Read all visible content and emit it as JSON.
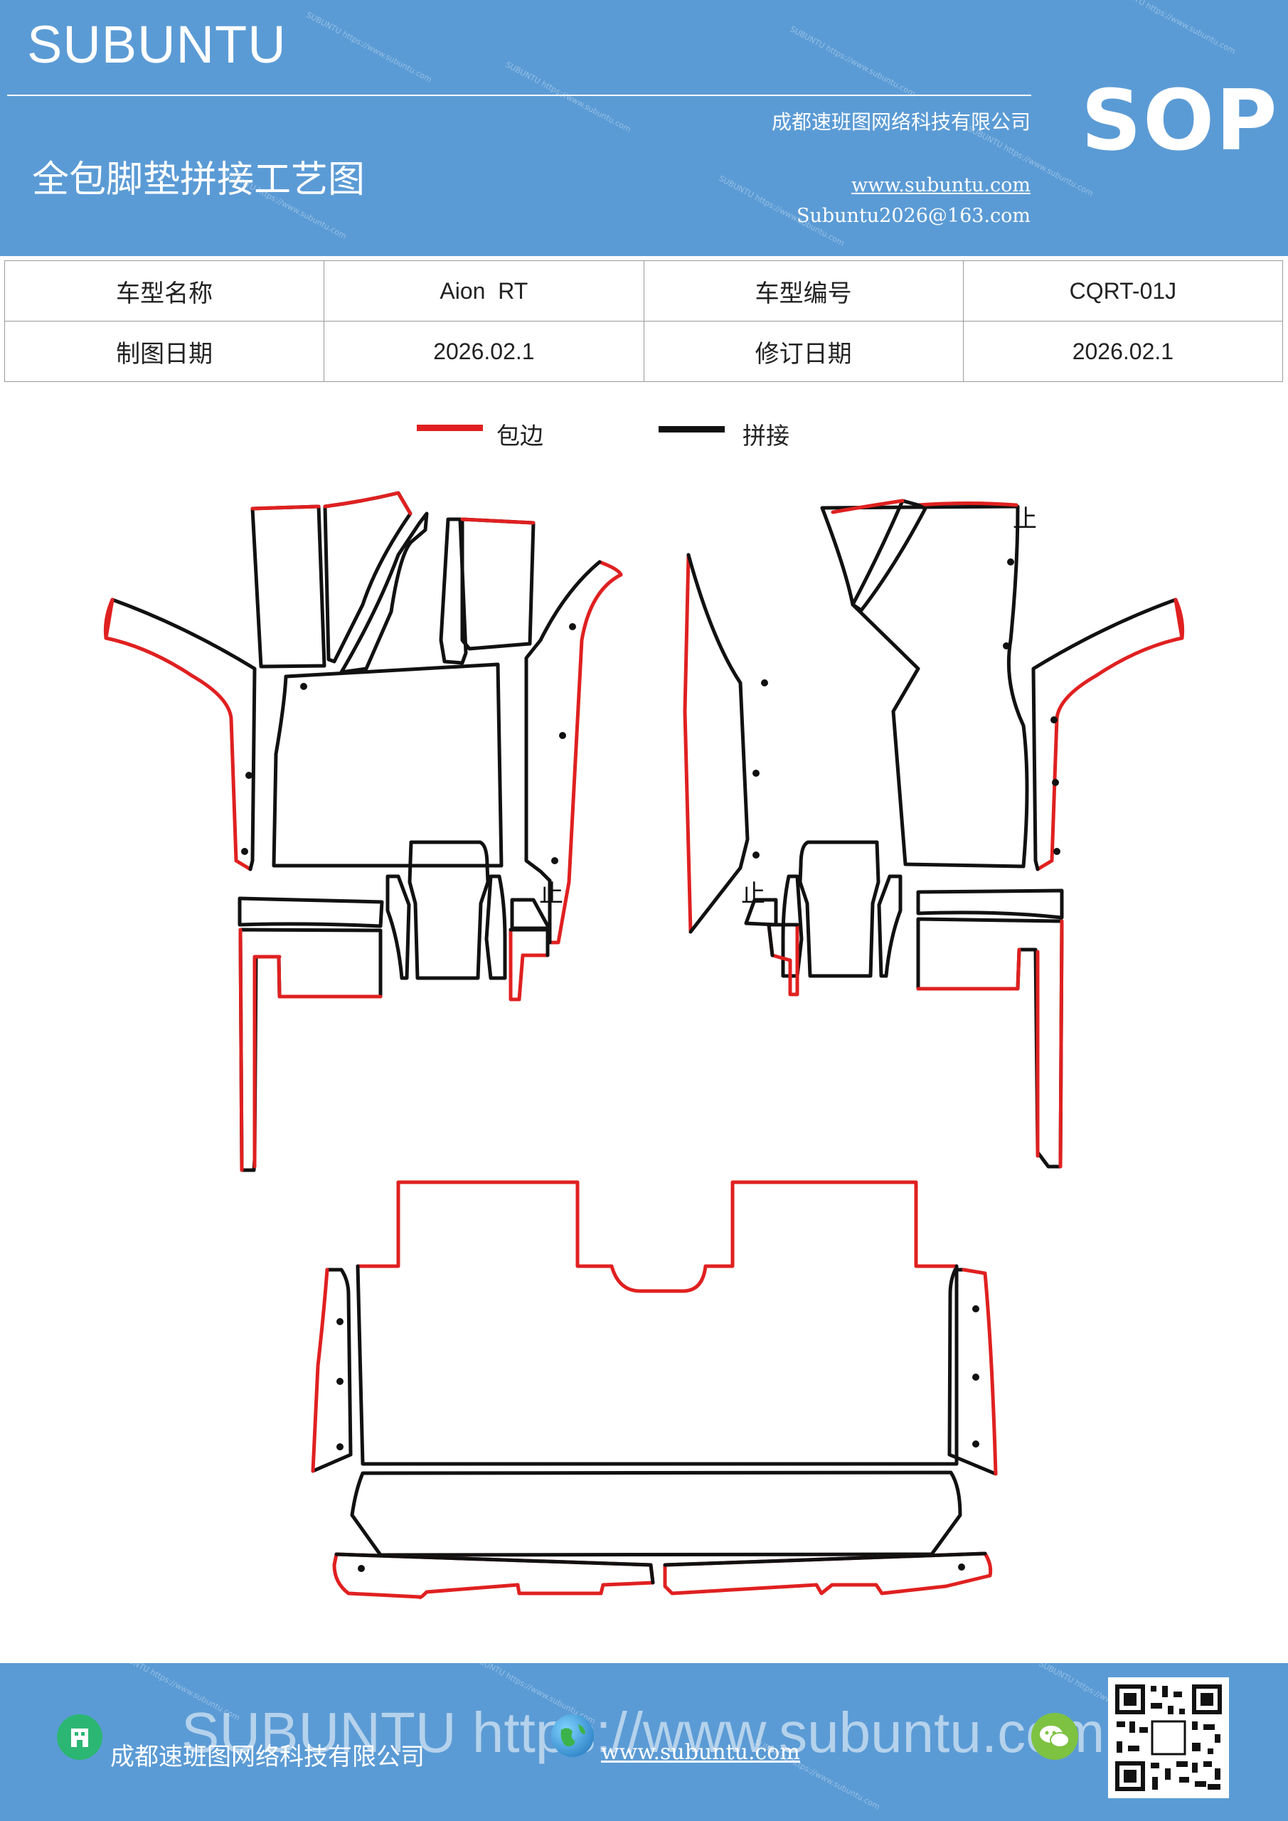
{
  "header": {
    "brand": "SUBUNTU",
    "company": "成都速班图网络科技有限公司",
    "title": "全包脚垫拼接工艺图",
    "website": "www.subuntu.com",
    "email": "Subuntu2026@163.com",
    "badge": "SOP",
    "watermark": "SUBUNTU https://www.subuntu.com"
  },
  "info": {
    "row1": {
      "label1": "车型名称",
      "value1": "Aion  RT",
      "label2": "车型编号",
      "value2": "CQRT-01J"
    },
    "row2": {
      "label1": "制图日期",
      "value1": "2026.02.1",
      "label2": "修订日期",
      "value2": "2026.02.1"
    }
  },
  "legend": {
    "edge_label": "包边",
    "edge_color": "#e02020",
    "splice_label": "拼接",
    "splice_color": "#111111"
  },
  "diagram": {
    "stop_mark": "止"
  },
  "footer": {
    "company": "成都速班图网络科技有限公司",
    "website": "www.subuntu.com",
    "watermark": "SUBUNTU https://www.subuntu.com"
  }
}
